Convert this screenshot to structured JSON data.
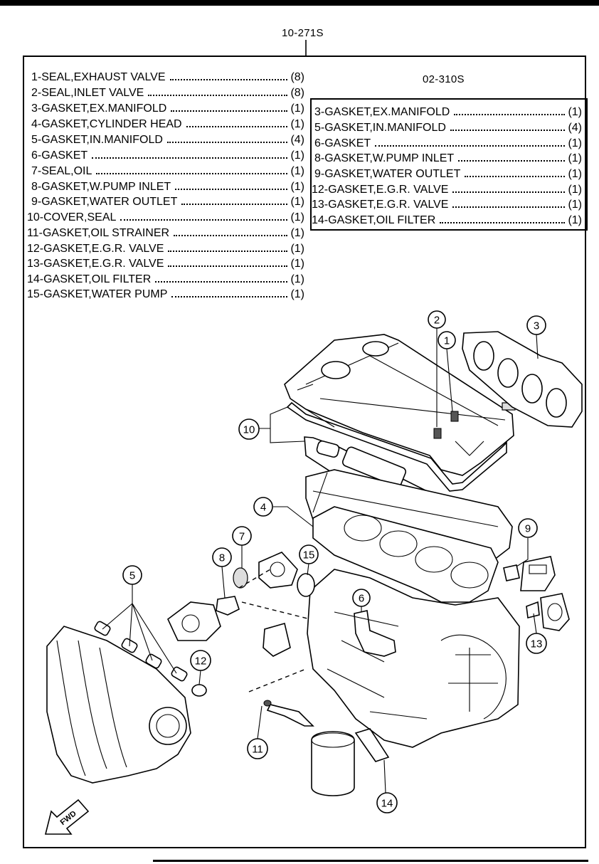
{
  "kit_main": {
    "code": "10-271S",
    "items": [
      {
        "label": "1-SEAL,EXHAUST VALVE",
        "qty": "(8)"
      },
      {
        "label": "2-SEAL,INLET VALVE",
        "qty": "(8)"
      },
      {
        "label": "3-GASKET,EX.MANIFOLD",
        "qty": "(1)"
      },
      {
        "label": "4-GASKET,CYLINDER HEAD",
        "qty": "(1)"
      },
      {
        "label": "5-GASKET,IN.MANIFOLD",
        "qty": "(4)"
      },
      {
        "label": "6-GASKET",
        "qty": "(1)"
      },
      {
        "label": "7-SEAL,OIL",
        "qty": "(1)"
      },
      {
        "label": "8-GASKET,W.PUMP INLET",
        "qty": "(1)"
      },
      {
        "label": "9-GASKET,WATER OUTLET",
        "qty": "(1)"
      },
      {
        "label": "10-COVER,SEAL",
        "qty": "(1)"
      },
      {
        "label": "11-GASKET,OIL STRAINER",
        "qty": "(1)"
      },
      {
        "label": "12-GASKET,E.G.R. VALVE",
        "qty": "(1)"
      },
      {
        "label": "13-GASKET,E.G.R. VALVE",
        "qty": "(1)"
      },
      {
        "label": "14-GASKET,OIL FILTER",
        "qty": "(1)"
      },
      {
        "label": "15-GASKET,WATER PUMP",
        "qty": "(1)"
      }
    ]
  },
  "kit_sub": {
    "code": "02-310S",
    "items": [
      {
        "label": "3-GASKET,EX.MANIFOLD",
        "qty": "(1)"
      },
      {
        "label": "5-GASKET,IN.MANIFOLD",
        "qty": "(4)"
      },
      {
        "label": "6-GASKET",
        "qty": "(1)"
      },
      {
        "label": "8-GASKET,W.PUMP INLET",
        "qty": "(1)"
      },
      {
        "label": "9-GASKET,WATER OUTLET",
        "qty": "(1)"
      },
      {
        "label": "12-GASKET,E.G.R. VALVE",
        "qty": "(1)"
      },
      {
        "label": "13-GASKET,E.G.R. VALVE",
        "qty": "(1)"
      },
      {
        "label": "14-GASKET,OIL FILTER",
        "qty": "(1)"
      }
    ]
  },
  "callouts": [
    "1",
    "2",
    "3",
    "4",
    "5",
    "6",
    "7",
    "8",
    "9",
    "10",
    "11",
    "12",
    "13",
    "14",
    "15"
  ],
  "fwd_label": "FWD"
}
